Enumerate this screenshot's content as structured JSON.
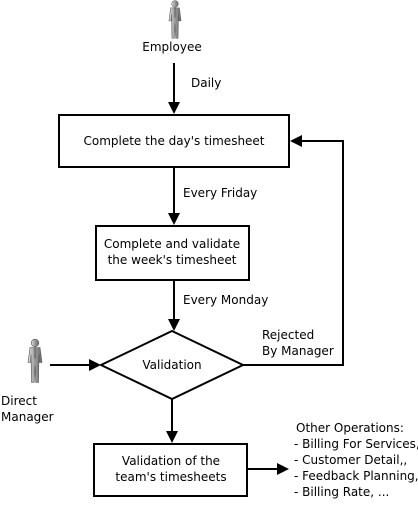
{
  "diagram": {
    "actors": {
      "employee": {
        "label": "Employee",
        "icon": "person-icon"
      },
      "manager": {
        "label_line1": "Direct",
        "label_line2": "Manager",
        "icon": "person-icon"
      }
    },
    "nodes": {
      "daily_timesheet": {
        "label": "Complete the day's timesheet"
      },
      "weekly_timesheet": {
        "line1": "Complete and validate",
        "line2": "the week's timesheet"
      },
      "validation": {
        "label": "Validation"
      },
      "team_validation": {
        "line1": "Validation of the",
        "line2": "team's timesheets"
      }
    },
    "edges": {
      "daily": "Daily",
      "every_friday": "Every Friday",
      "every_monday": "Every Monday",
      "rejected_line1": "Rejected",
      "rejected_line2": "By Manager"
    },
    "other_operations": {
      "title": "Other Operations:",
      "items": [
        "- Billing For Services,",
        "- Customer Detail,,",
        "- Feedback Planning,",
        "- Billing Rate, ..."
      ]
    },
    "colors": {
      "stroke": "#000000",
      "figure_light": "#c8c8c8",
      "figure_dark": "#707070"
    }
  }
}
